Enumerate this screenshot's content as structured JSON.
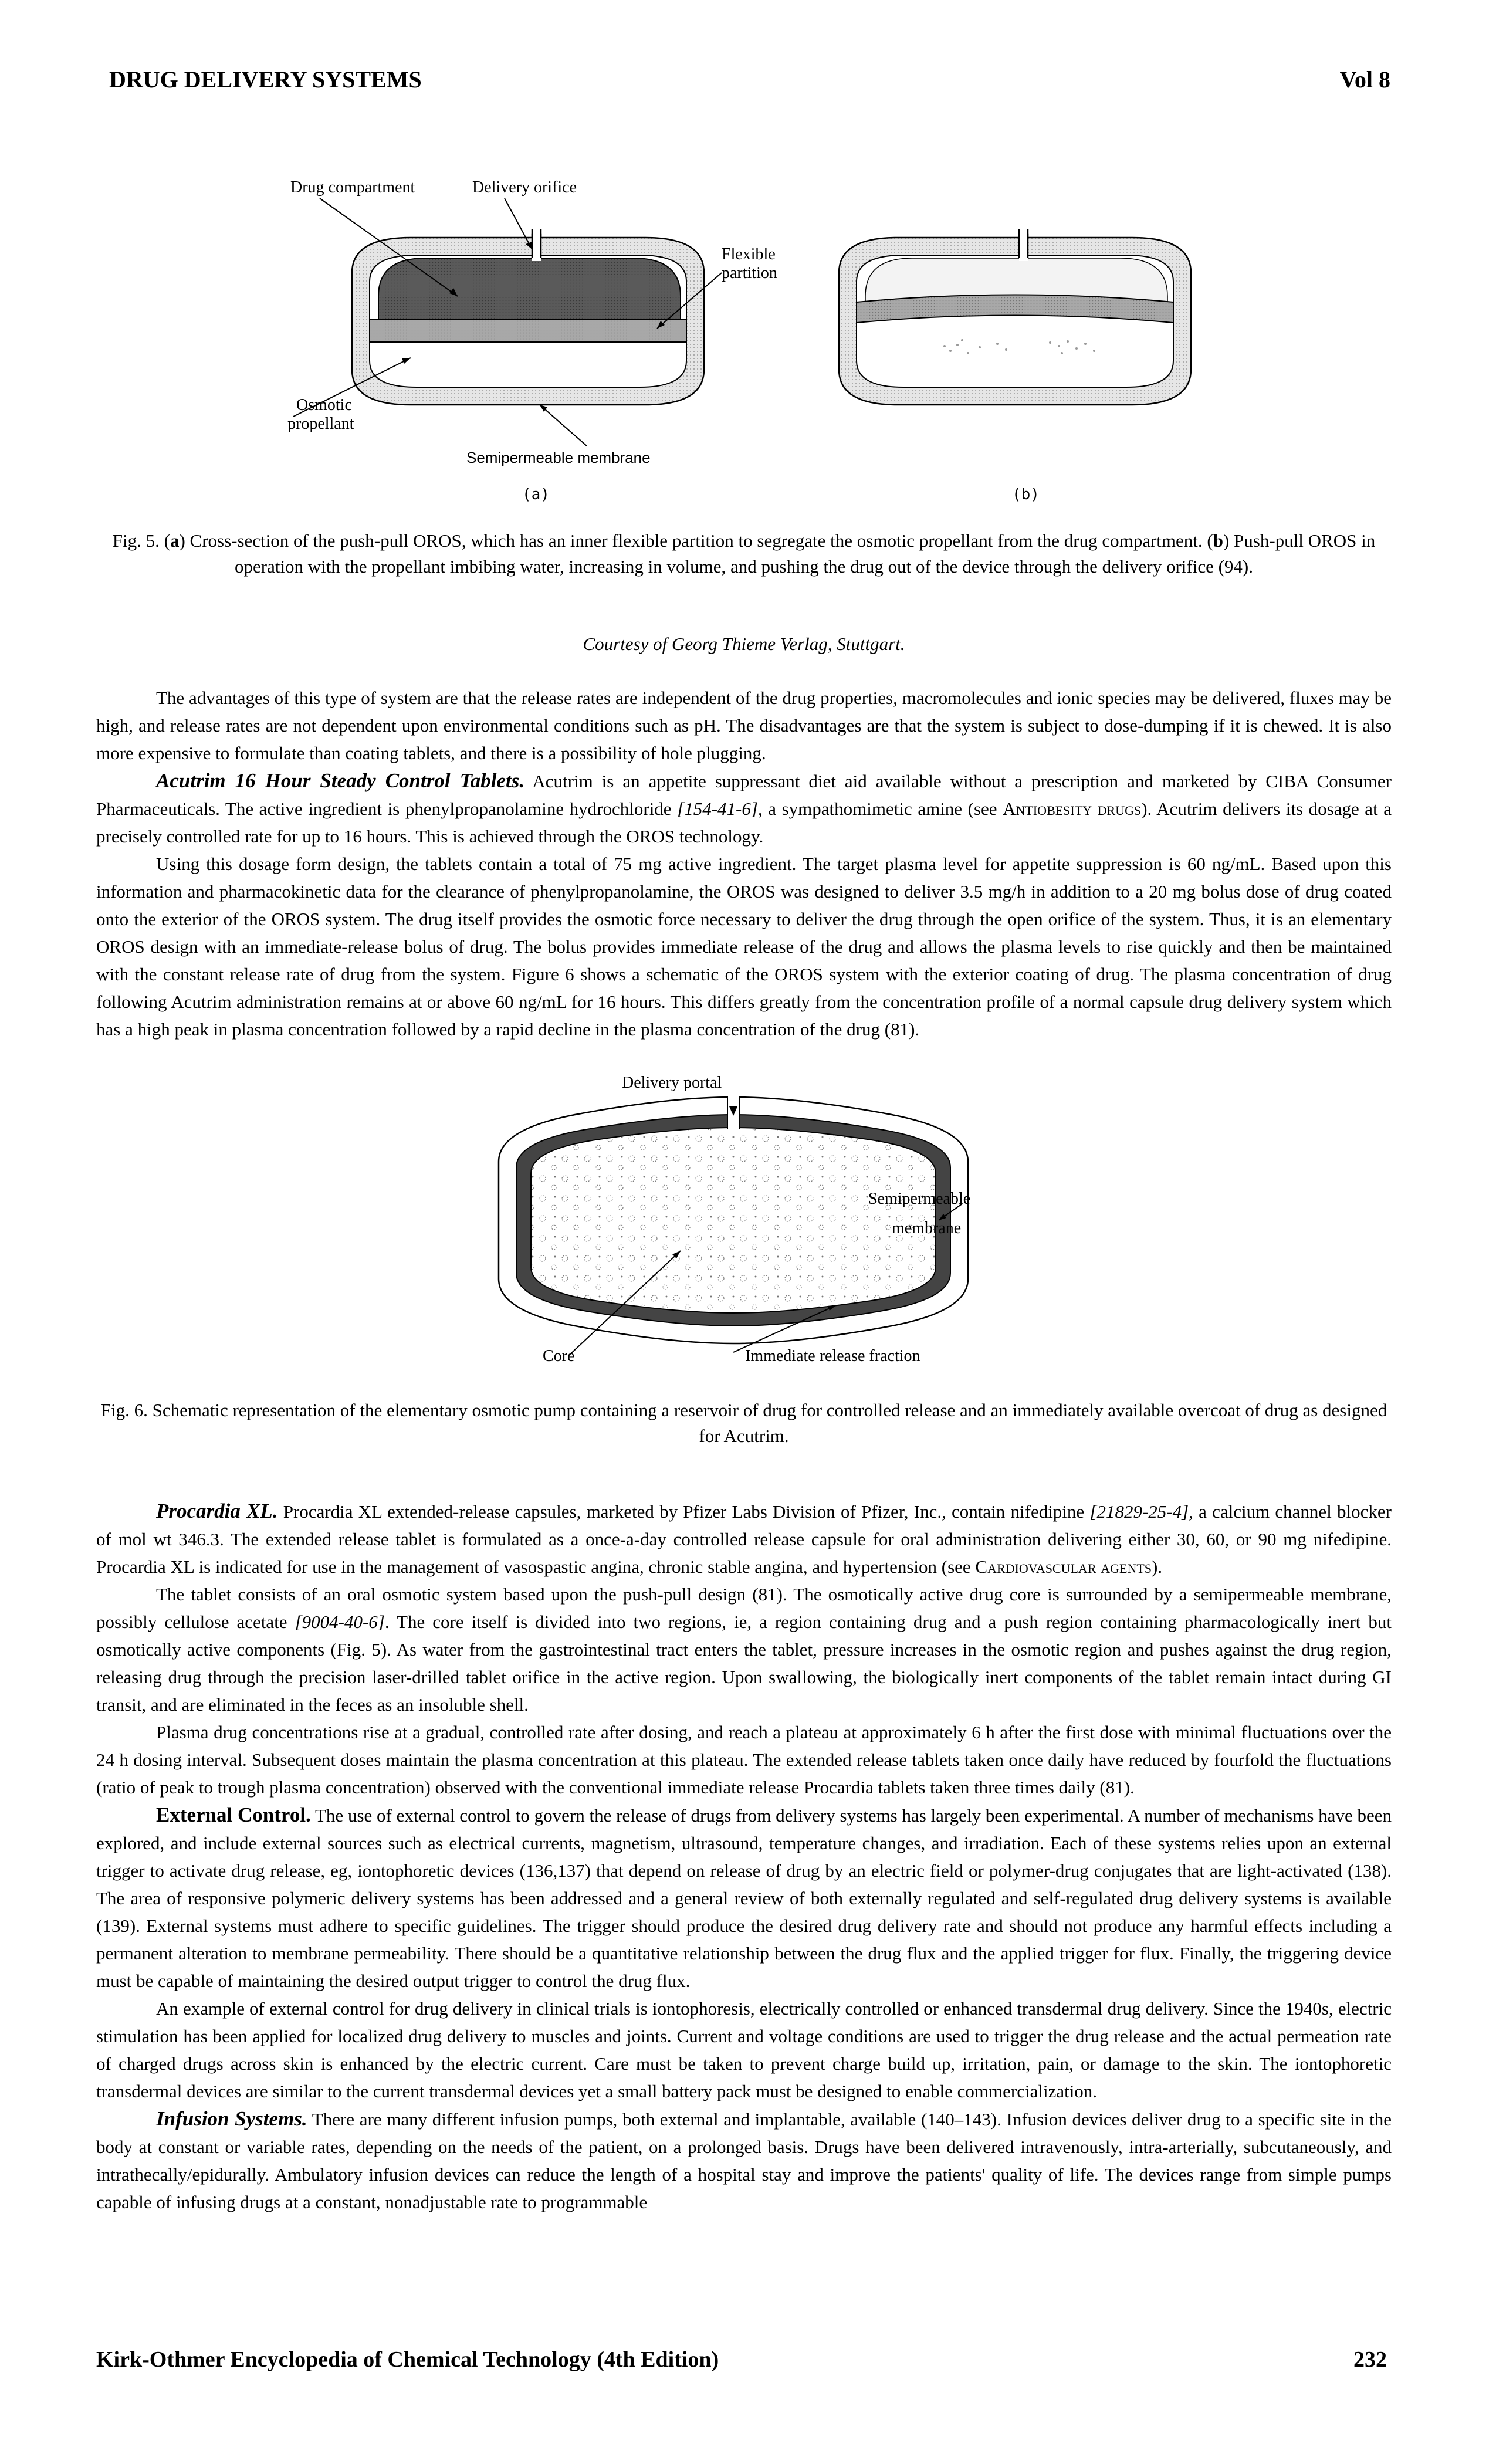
{
  "header": {
    "title": "DRUG DELIVERY SYSTEMS",
    "volume": "Vol 8"
  },
  "figure5": {
    "labels": {
      "drug_compartment": "Drug compartment",
      "delivery_orifice": "Delivery orifice",
      "flexible_partition_1": "Flexible",
      "flexible_partition_2": "partition",
      "osmotic_propellant_1": "Osmotic",
      "osmotic_propellant_2": "propellant",
      "semipermeable_membrane": "Semipermeable membrane",
      "panel_a": "(a)",
      "panel_b": "(b)"
    },
    "caption_prefix": "Fig. 5. (",
    "caption_a": "a",
    "caption_mid": ") Cross-section of the push-pull OROS, which has an inner flexible partition to segregate the osmotic propellant from the drug compartment. (",
    "caption_b": "b",
    "caption_end": ") Push-pull OROS in operation with the propellant imbibing water, increasing in volume, and pushing the drug out of the device through the delivery orifice (94).",
    "credit": "Courtesy of Georg Thieme Verlag, Stuttgart."
  },
  "para1": "The advantages of this type of system are that the release rates are independent of the drug properties, macromolecules and ionic species may be delivered, fluxes may be high, and release rates are not dependent upon environmental conditions such as pH. The disadvantages are that the system is subject to dose-dumping if it is chewed. It is also more expensive to formulate than coating tablets, and there is a possibility of hole plugging.",
  "acutrim": {
    "heading": "Acutrim 16 Hour Steady Control Tablets.",
    "text_1": " Acutrim is an appetite suppressant diet aid available without a prescription and marketed by CIBA Consumer Pharmaceuticals. The active ingredient is phenylpropanolamine hydrochloride ",
    "cas": "[154-41-6]",
    "text_2": ", a sympathomimetic amine (see ",
    "see": "Antiobesity drugs",
    "text_3": "). Acutrim delivers its dosage at a precisely controlled rate for up to 16 hours. This is achieved through the OROS technology.",
    "para2": "Using this dosage form design, the tablets contain a total of 75 mg active ingredient. The target plasma level for appetite suppression is 60 ng/mL. Based upon this information and pharmacokinetic data for the clearance of phenylpropanolamine, the OROS was designed to deliver 3.5 mg/h in addition to a 20 mg bolus dose of drug coated onto the exterior of the OROS system. The drug itself provides the osmotic force necessary to deliver the drug through the open orifice of the system. Thus, it is an elementary OROS design with an immediate-release bolus of drug. The bolus provides immediate release of the drug and allows the plasma levels to rise quickly and then be maintained with the constant release rate of drug from the system. Figure 6 shows a schematic of the OROS system with the exterior coating of drug. The plasma concentration of drug following Acutrim administration remains at or above 60 ng/mL for 16 hours. This differs greatly from the concentration profile of a normal capsule drug delivery system which has a high peak in plasma concentration followed by a rapid decline in the plasma concentration of the drug (81)."
  },
  "figure6": {
    "labels": {
      "delivery_portal": "Delivery portal",
      "semipermeable_1": "Semipermeable",
      "semipermeable_2": "membrane",
      "core": "Core",
      "immediate_release": "Immediate release fraction"
    },
    "caption": "Fig. 6. Schematic representation of the elementary osmotic pump containing a reservoir of drug for controlled release and an immediately available overcoat of drug as designed for Acutrim."
  },
  "procardia": {
    "heading": "Procardia XL.",
    "text_1": " Procardia XL extended-release capsules, marketed by Pfizer Labs Division of Pfizer, Inc., contain nifedipine ",
    "cas": "[21829-25-4]",
    "text_2": ", a calcium channel blocker of mol wt 346.3. The extended release tablet is formulated as a once-a-day controlled release capsule for oral administration delivering either 30, 60, or 90 mg nifedipine. Procardia XL is indicated for use in the management of vasospastic angina, chronic stable angina, and hypertension (see ",
    "see": "Cardiovascular agents",
    "text_3": ").",
    "para2_1": "The tablet consists of an oral osmotic system based upon the push-pull design (81). The osmotically active drug core is surrounded by a semipermeable membrane, possibly cellulose acetate ",
    "para2_cas": "[9004-40-6]",
    "para2_2": ". The core itself is divided into two regions, ie, a region containing drug and a push region containing pharmacologically inert but osmotically active components (Fig. 5). As water from the gastrointestinal tract enters the tablet, pressure increases in the osmotic region and pushes against the drug region, releasing drug through the precision laser-drilled tablet orifice in the active region. Upon swallowing, the biologically inert components of the tablet remain intact during GI transit, and are eliminated in the feces as an insoluble shell.",
    "para3": "Plasma drug concentrations rise at a gradual, controlled rate after dosing, and reach a plateau at approximately 6 h after the first dose with minimal fluctuations over the 24 h dosing interval. Subsequent doses maintain the plasma concentration at this plateau. The extended release tablets taken once daily have reduced by fourfold the fluctuations (ratio of peak to trough plasma concentration) observed with the conventional immediate release Procardia tablets taken three times daily (81)."
  },
  "external": {
    "heading": "External Control.",
    "text": " The use of external control to govern the release of drugs from delivery systems has largely been experimental. A number of mechanisms have been explored, and include external sources such as electrical currents, magnetism, ultrasound, temperature changes, and irradiation. Each of these systems relies upon an external trigger to activate drug release, eg, iontophoretic devices (136,137) that depend on release of drug by an electric field or polymer-drug conjugates that are light-activated (138). The area of responsive polymeric delivery systems has been addressed and a general review of both externally regulated and self-regulated drug delivery systems is available (139). External systems must adhere to specific guidelines. The trigger should produce the desired drug delivery rate and should not produce any harmful effects including a permanent alteration to membrane permeability. There should be a quantitative relationship between the drug flux and the applied trigger for flux. Finally, the triggering device must be capable of maintaining the desired output trigger to control the drug flux.",
    "para2": "An example of external control for drug delivery in clinical trials is iontophoresis, electrically controlled or enhanced transdermal drug delivery. Since the 1940s, electric stimulation has been applied for localized drug delivery to muscles and joints. Current and voltage conditions are used to trigger the drug release and the actual permeation rate of charged drugs across skin is enhanced by the electric current. Care must be taken to prevent charge build up, irritation, pain, or damage to the skin. The iontophoretic transdermal devices are similar to the current transdermal devices yet a small battery pack must be designed to enable commercialization."
  },
  "infusion": {
    "heading": "Infusion Systems.",
    "text": " There are many different infusion pumps, both external and implantable, available (140–143). Infusion devices deliver drug to a specific site in the body at constant or variable rates, depending on the needs of the patient, on a prolonged basis. Drugs have been delivered intravenously, intra-arterially, subcutaneously, and intrathecally/epidurally. Ambulatory infusion devices can reduce the length of a hospital stay and improve the patients' quality of life. The devices range from simple pumps capable of infusing drugs at a constant, nonadjustable rate to programmable"
  },
  "footer": {
    "source": "Kirk-Othmer Encyclopedia of Chemical Technology (4th Edition)",
    "page": "232"
  }
}
